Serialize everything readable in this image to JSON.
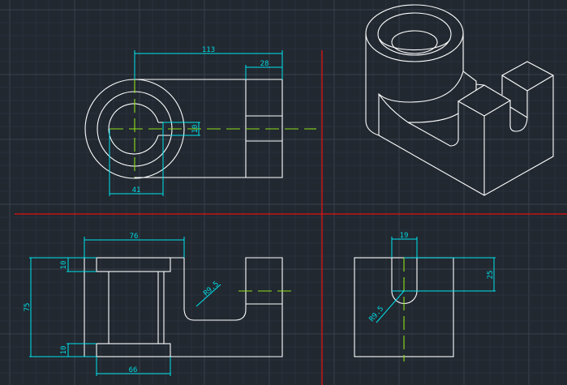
{
  "colors": {
    "background": "#212830",
    "geometry": "#ffffff",
    "dimension": "#00e5ee",
    "centerline": "#8fe01a",
    "viewport_divider": "#e01010"
  },
  "top_view": {
    "dim_overall": "113",
    "dim_block": "28",
    "dim_keyway": "10",
    "dim_hole": "41"
  },
  "front_view": {
    "dim_top": "76",
    "dim_height": "75",
    "dim_flange_top": "10",
    "dim_flange_bottom": "10",
    "dim_bottom": "66",
    "dim_radius": "R9.5"
  },
  "side_view": {
    "dim_slot_width": "19",
    "dim_slot_depth": "25",
    "dim_radius": "R9.5"
  }
}
